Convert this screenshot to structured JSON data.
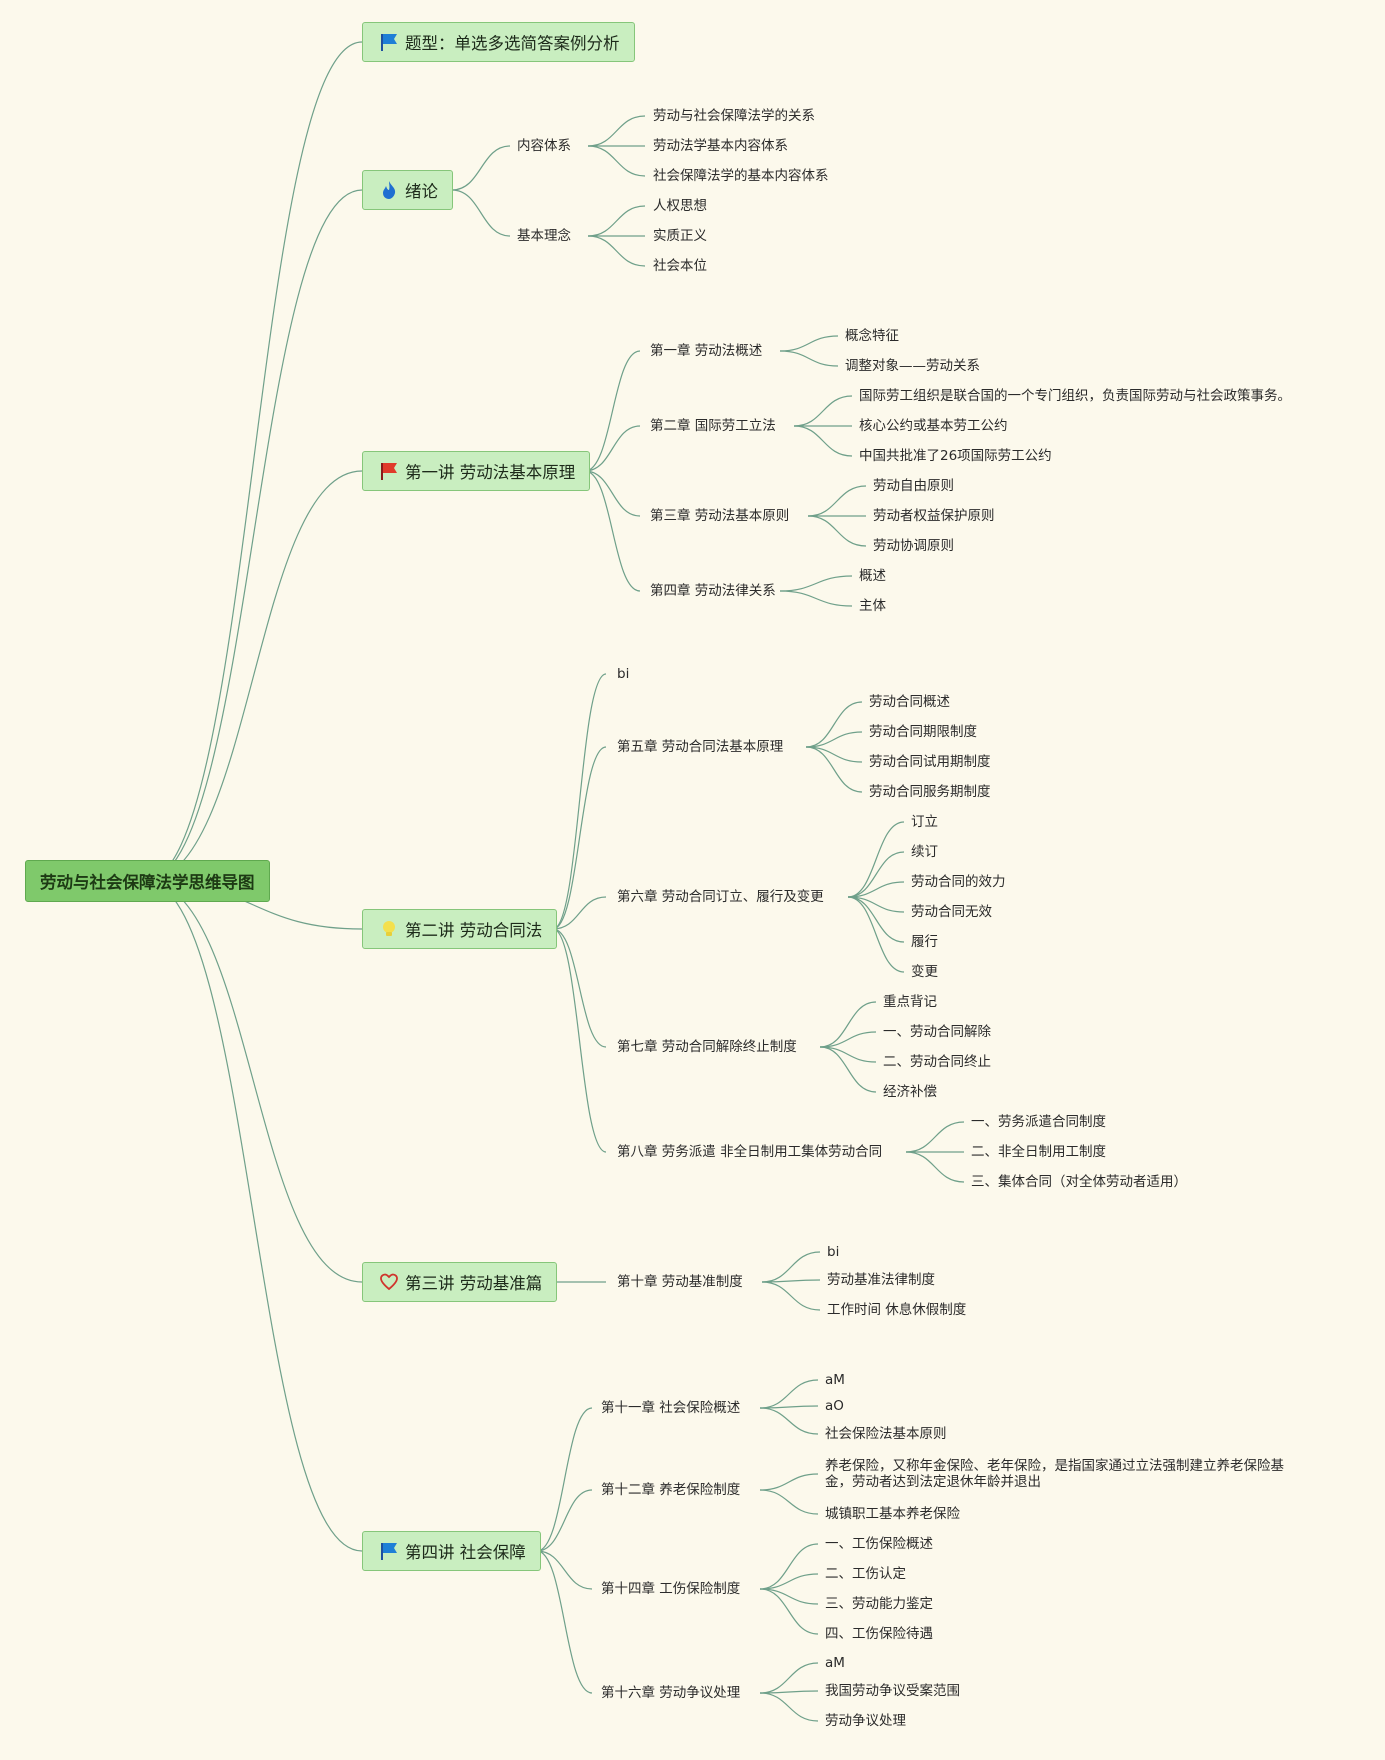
{
  "root": {
    "label": "劳动与社会保障法学思维导图"
  },
  "branches": [
    {
      "label": "题型：单选多选简答案例分析",
      "icon": "blue-flag-icon",
      "children": []
    },
    {
      "label": "绪论",
      "icon": "fire-icon",
      "children": [
        {
          "label": "内容体系",
          "children": [
            {
              "label": "劳动与社会保障法学的关系"
            },
            {
              "label": "劳动法学基本内容体系"
            },
            {
              "label": "社会保障法学的基本内容体系"
            }
          ]
        },
        {
          "label": "基本理念",
          "children": [
            {
              "label": "人权思想"
            },
            {
              "label": "实质正义"
            },
            {
              "label": "社会本位"
            }
          ]
        }
      ]
    },
    {
      "label": "第一讲 劳动法基本原理",
      "icon": "red-flag-icon",
      "children": [
        {
          "label": "第一章 劳动法概述",
          "children": [
            {
              "label": "概念特征"
            },
            {
              "label": "调整对象——劳动关系"
            }
          ]
        },
        {
          "label": "第二章 国际劳工立法",
          "children": [
            {
              "label": "国际劳工组织是联合国的一个专门组织，负责国际劳动与社会政策事务。"
            },
            {
              "label": "核心公约或基本劳工公约"
            },
            {
              "label": "中国共批准了26项国际劳工公约"
            }
          ]
        },
        {
          "label": "第三章 劳动法基本原则",
          "children": [
            {
              "label": "劳动自由原则"
            },
            {
              "label": "劳动者权益保护原则"
            },
            {
              "label": "劳动协调原则"
            }
          ]
        },
        {
          "label": "第四章 劳动法律关系",
          "children": [
            {
              "label": "概述"
            },
            {
              "label": "主体"
            }
          ]
        }
      ]
    },
    {
      "label": "第二讲 劳动合同法",
      "icon": "lightbulb-icon",
      "children": [
        {
          "label": "bi",
          "children": []
        },
        {
          "label": "第五章 劳动合同法基本原理",
          "children": [
            {
              "label": "劳动合同概述"
            },
            {
              "label": "劳动合同期限制度"
            },
            {
              "label": "劳动合同试用期制度"
            },
            {
              "label": "劳动合同服务期制度"
            }
          ]
        },
        {
          "label": "第六章 劳动合同订立、履行及变更",
          "children": [
            {
              "label": "订立"
            },
            {
              "label": "续订"
            },
            {
              "label": "劳动合同的效力"
            },
            {
              "label": "劳动合同无效"
            },
            {
              "label": "履行"
            },
            {
              "label": "变更"
            }
          ]
        },
        {
          "label": "第七章 劳动合同解除终止制度",
          "children": [
            {
              "label": "重点背记"
            },
            {
              "label": "一、劳动合同解除"
            },
            {
              "label": "二、劳动合同终止"
            },
            {
              "label": "经济补偿"
            }
          ]
        },
        {
          "label": "第八章 劳务派遣 非全日制用工集体劳动合同",
          "children": [
            {
              "label": "一、劳务派遣合同制度"
            },
            {
              "label": "二、非全日制用工制度"
            },
            {
              "label": "三、集体合同（对全体劳动者适用）"
            }
          ]
        }
      ]
    },
    {
      "label": "第三讲 劳动基准篇",
      "icon": "heart-icon",
      "children": [
        {
          "label": "第十章 劳动基准制度",
          "children": [
            {
              "label": "bi"
            },
            {
              "label": "劳动基准法律制度"
            },
            {
              "label": "工作时间 休息休假制度"
            }
          ]
        }
      ]
    },
    {
      "label": "第四讲 社会保障",
      "icon": "blue-flag-icon",
      "children": [
        {
          "label": "第十一章 社会保险概述",
          "children": [
            {
              "label": "aM"
            },
            {
              "label": "aO"
            },
            {
              "label": "社会保险法基本原则"
            }
          ]
        },
        {
          "label": "第十二章 养老保险制度",
          "children": [
            {
              "label": "养老保险，又称年金保险、老年保险，是指国家通过立法强制建立养老保险基金，劳动者达到法定退休年龄并退出"
            },
            {
              "label": "城镇职工基本养老保险"
            }
          ]
        },
        {
          "label": "第十四章 工伤保险制度",
          "children": [
            {
              "label": "一、工伤保险概述"
            },
            {
              "label": "二、工伤认定"
            },
            {
              "label": "三、劳动能力鉴定"
            },
            {
              "label": "四、工伤保险待遇"
            }
          ]
        },
        {
          "label": "第十六章 劳动争议处理",
          "children": [
            {
              "label": "aM"
            },
            {
              "label": "我国劳动争议受案范围"
            },
            {
              "label": "劳动争议处理"
            }
          ]
        }
      ]
    }
  ]
}
